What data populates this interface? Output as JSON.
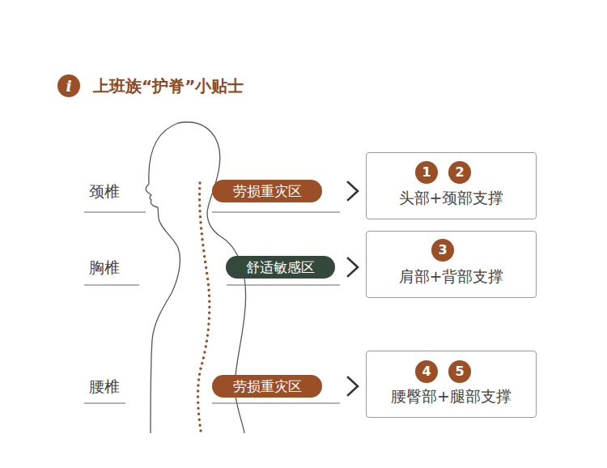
{
  "diagram": {
    "title": "上班族“护脊”小贴士",
    "nodes": [
      {
        "text": [
          "i"
        ]
      },
      {
        "text": [
          "劳损重灾区"
        ]
      },
      {
        "text": [
          "头部+颈部支撑"
        ]
      },
      {
        "text": [
          "1"
        ],
        "in": 2
      },
      {
        "text": [
          "2"
        ],
        "in": 2
      },
      {
        "text": [
          "舒适敏感区"
        ]
      },
      {
        "text": [
          "肩部+背部支撑"
        ]
      },
      {
        "text": [
          "3"
        ],
        "in": 6
      },
      {
        "text": [
          "劳损重灾区"
        ]
      },
      {
        "text": [
          "腰臀部+腿部支撑"
        ]
      },
      {
        "text": [
          "4"
        ],
        "in": 9
      },
      {
        "text": [
          "5"
        ],
        "in": 9
      }
    ],
    "edges": [
      {
        "from": 1,
        "to": 2,
        "arrow": "to"
      },
      {
        "from": 5,
        "to": 6,
        "arrow": "to"
      },
      {
        "from": 8,
        "to": 9,
        "arrow": "to"
      }
    ],
    "labels": [
      "颈椎",
      "胸椎",
      "腰椎"
    ]
  }
}
